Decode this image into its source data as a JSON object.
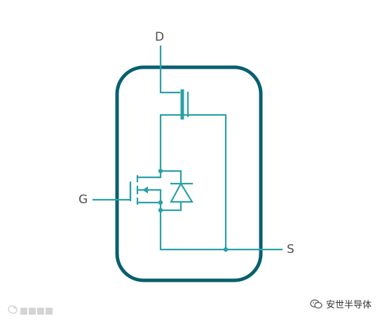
{
  "pins": {
    "drain": "D",
    "gate": "G",
    "source": "S"
  },
  "watermark": {
    "right": "安世半导体"
  },
  "colors": {
    "package_outline": "#08606e",
    "wire": "#2aa0a8",
    "label": "#4d4d4d"
  }
}
